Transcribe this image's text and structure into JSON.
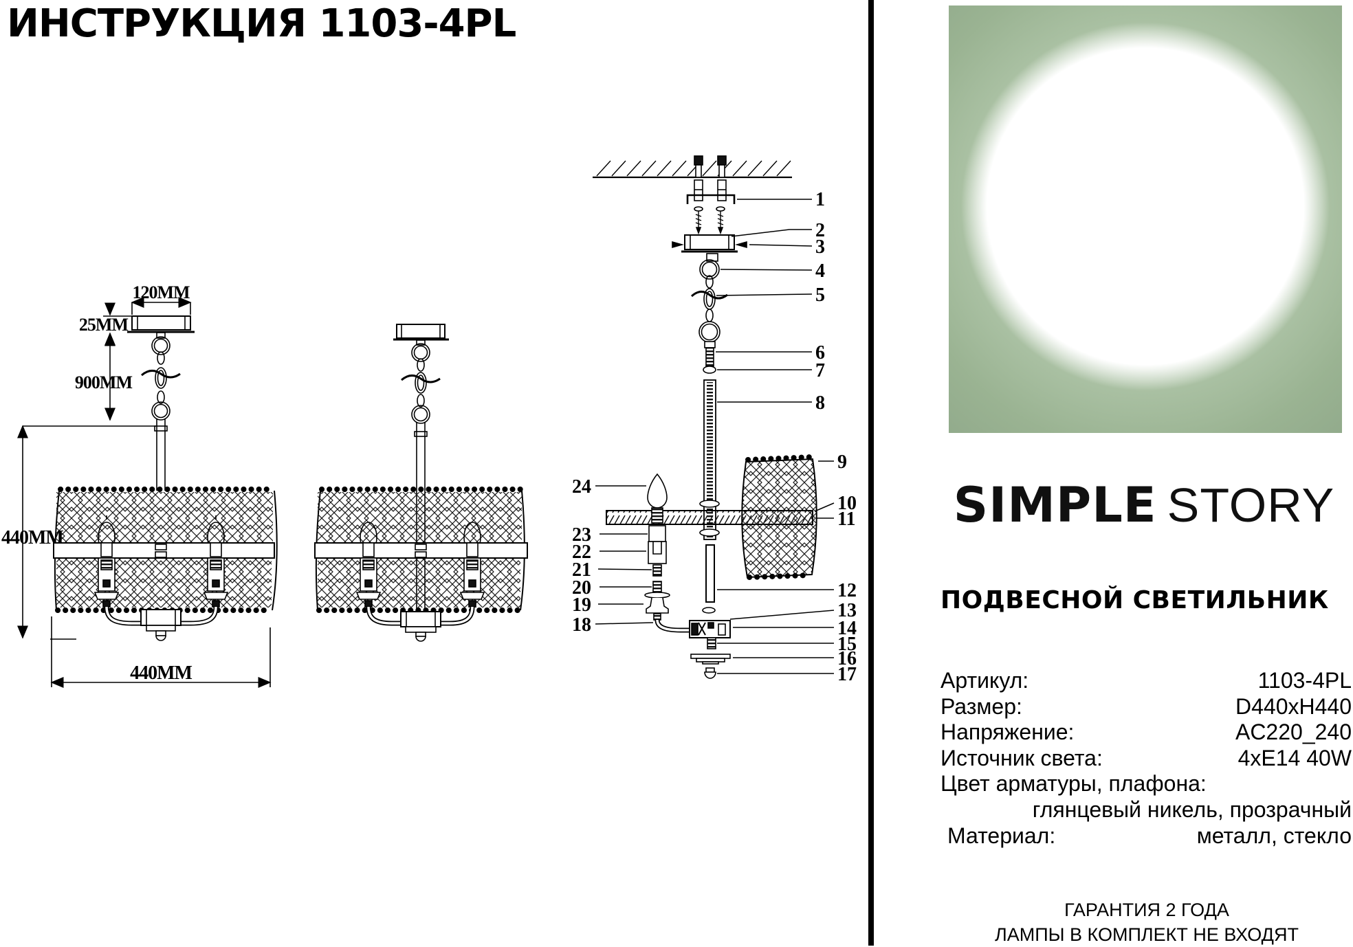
{
  "title": "ИНСТРУКЦИЯ 1103-4PL",
  "brand": {
    "logo_primary": "SIMPLE",
    "logo_secondary": "STORY"
  },
  "drawings": {
    "dimensions": {
      "canopy_width": "120MM",
      "canopy_height": "25MM",
      "chain_length": "900MM",
      "shade_height": "440MM",
      "shade_width": "440MM"
    }
  },
  "parts": {
    "callouts": [
      "1",
      "2",
      "3",
      "4",
      "5",
      "6",
      "7",
      "8",
      "9",
      "10",
      "11",
      "12",
      "13",
      "14",
      "15",
      "16",
      "17",
      "18",
      "19",
      "20",
      "21",
      "22",
      "23",
      "24"
    ]
  },
  "product": {
    "type_label": "ПОДВЕСНОЙ СВЕТИЛЬНИК",
    "specs": [
      {
        "label": "Артикул:",
        "value": "1103-4PL"
      },
      {
        "label": "Размер:",
        "value": "D440xH440"
      },
      {
        "label": "Напряжение:",
        "value": "AC220_240"
      },
      {
        "label": "Источник света:",
        "value": "4xE14 40W"
      },
      {
        "label": "Цвет арматуры, плафона:",
        "value": ""
      },
      {
        "label": "",
        "value": "глянцевый никель, прозрачный"
      },
      {
        "label": "Материал:",
        "value": "металл, стекло"
      }
    ],
    "notes": [
      "ГАРАНТИЯ 2 ГОДА",
      "ЛАМПЫ В КОМПЛЕКТ НЕ ВХОДЯТ"
    ]
  },
  "colors": {
    "accent_green": "#9fb89a",
    "line": "#000000"
  }
}
